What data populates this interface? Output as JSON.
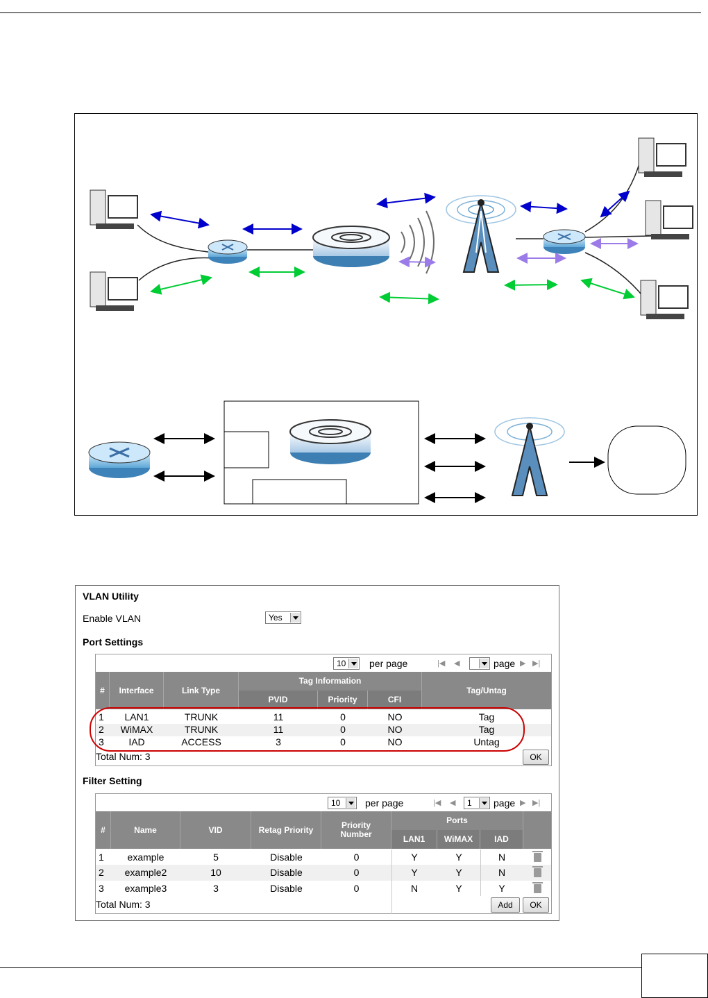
{
  "vlan_utility": {
    "title": "VLAN Utility",
    "enable_label": "Enable VLAN",
    "enable_value": "Yes",
    "port_settings": {
      "title": "Port Settings",
      "per_page_value": "10",
      "per_page_label": "per page",
      "page_value": "",
      "page_label": "page",
      "headers": {
        "num": "#",
        "interface": "Interface",
        "link_type": "Link Type",
        "tag_info": "Tag Information",
        "pvid": "PVID",
        "priority": "Priority",
        "cfi": "CFI",
        "tag_untag": "Tag/Untag"
      },
      "rows": [
        {
          "num": "1",
          "interface": "LAN1",
          "link_type": "TRUNK",
          "pvid": "11",
          "priority": "0",
          "cfi": "NO",
          "tag": "Tag"
        },
        {
          "num": "2",
          "interface": "WiMAX",
          "link_type": "TRUNK",
          "pvid": "11",
          "priority": "0",
          "cfi": "NO",
          "tag": "Tag"
        },
        {
          "num": "3",
          "interface": "IAD",
          "link_type": "ACCESS",
          "pvid": "3",
          "priority": "0",
          "cfi": "NO",
          "tag": "Untag"
        }
      ],
      "total": "Total Num: 3",
      "ok": "OK"
    },
    "filter_setting": {
      "title": "Filter Setting",
      "per_page_value": "10",
      "per_page_label": "per page",
      "page_value": "1",
      "page_label": "page",
      "headers": {
        "num": "#",
        "name": "Name",
        "vid": "VID",
        "retag": "Retag Priority",
        "priority_number": "Priority Number",
        "ports": "Ports",
        "lan1": "LAN1",
        "wimax": "WiMAX",
        "iad": "IAD"
      },
      "rows": [
        {
          "num": "1",
          "name": "example",
          "vid": "5",
          "retag": "Disable",
          "prio": "0",
          "lan1": "Y",
          "wimax": "Y",
          "iad": "N"
        },
        {
          "num": "2",
          "name": "example2",
          "vid": "10",
          "retag": "Disable",
          "prio": "0",
          "lan1": "Y",
          "wimax": "Y",
          "iad": "N"
        },
        {
          "num": "3",
          "name": "example3",
          "vid": "3",
          "retag": "Disable",
          "prio": "0",
          "lan1": "N",
          "wimax": "Y",
          "iad": "Y"
        }
      ],
      "total": "Total Num: 3",
      "add": "Add",
      "ok": "OK"
    }
  },
  "colors": {
    "blue_arrow": "#0000cc",
    "green_arrow": "#00cc33",
    "purple_arrow": "#9b7be8",
    "header_gray": "#898989",
    "highlight_red": "#cc0000"
  }
}
